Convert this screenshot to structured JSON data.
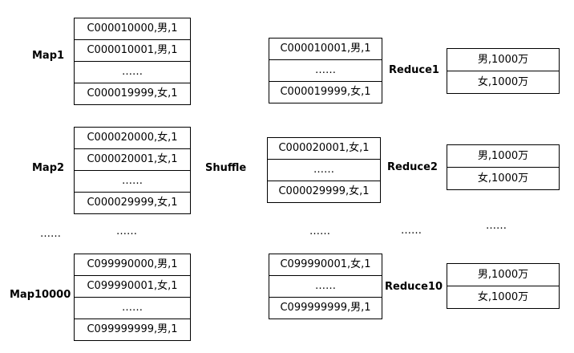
{
  "labels": {
    "map1": "Map1",
    "map2": "Map2",
    "map10000": "Map10000",
    "shuffle": "Shuffle",
    "reduce1": "Reduce1",
    "reduce2": "Reduce2",
    "reduce10": "Reduce10"
  },
  "map1": [
    "C000010000,男,1",
    "C000010001,男,1",
    "……",
    "C000019999,女,1"
  ],
  "map2": [
    "C000020000,女,1",
    "C000020001,女,1",
    "……",
    "C000029999,女,1"
  ],
  "map10000": [
    "C099990000,男,1",
    "C099990001,女,1",
    "……",
    "C099999999,男,1"
  ],
  "shuffle1": [
    "C000010001,男,1",
    "……",
    "C000019999,女,1"
  ],
  "shuffle2": [
    "C000020001,女,1",
    "……",
    "C000029999,女,1"
  ],
  "shuffle10": [
    "C099990001,女,1",
    "……",
    "C099999999,男,1"
  ],
  "reduce1": [
    "男,1000万",
    "女,1000万"
  ],
  "reduce2": [
    "男,1000万",
    "女,1000万"
  ],
  "reduce10": [
    "男,1000万",
    "女,1000万"
  ],
  "ellipses": {
    "map_label": "……",
    "map_table": "……",
    "shuffle_table": "……",
    "reduce_label": "……",
    "reduce_table": "……"
  }
}
